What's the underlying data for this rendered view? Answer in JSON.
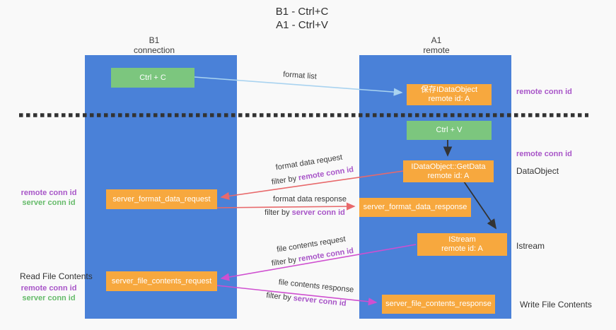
{
  "title": {
    "line1": "B1 - Ctrl+C",
    "line2": "A1 - Ctrl+V"
  },
  "columns": {
    "left": {
      "title": "B1",
      "subtitle": "connection"
    },
    "right": {
      "title": "A1",
      "subtitle": "remote"
    }
  },
  "nodes": {
    "ctrl_c": {
      "label": "Ctrl + C"
    },
    "save_idataobject": {
      "line1": "保存IDataObject",
      "line2": "remote id: A"
    },
    "ctrl_v": {
      "label": "Ctrl + V"
    },
    "getdata": {
      "line1": "IDataObject::GetData",
      "line2": "remote id: A"
    },
    "format_request": {
      "label": "server_format_data_request"
    },
    "format_response": {
      "label": "server_format_data_response"
    },
    "istream": {
      "line1": "IStream",
      "line2": "remote id: A"
    },
    "file_request": {
      "label": "server_file_contents_request"
    },
    "file_response": {
      "label": "server_file_contents_response"
    }
  },
  "edge_labels": {
    "format_list": "format list",
    "format_data_request": "format data request",
    "format_data_response": "format data response",
    "file_contents_request": "file contents request",
    "file_contents_response": "file contents response",
    "filter_by": "filter by",
    "remote_conn_id": "remote conn id",
    "server_conn_id": "server conn id"
  },
  "side_labels": {
    "remote_conn_id": "remote conn id",
    "server_conn_id": "server conn id",
    "dataobject": "DataObject",
    "istream": "Istream",
    "read_file_contents": "Read File Contents",
    "write_file_contents": "Write File Contents"
  },
  "colors": {
    "lane_blue": "#4a81d8",
    "node_orange": "#f7a83e",
    "node_green": "#7cc67e",
    "arrow_light_blue": "#a9d3f0",
    "arrow_red": "#e8696b",
    "arrow_magenta": "#cf4fd0",
    "arrow_black": "#333333",
    "text_purple": "#a855c8",
    "text_green": "#66bb6a"
  }
}
